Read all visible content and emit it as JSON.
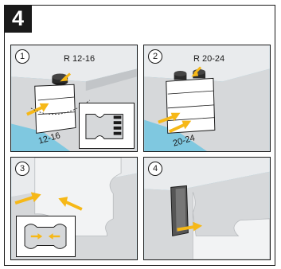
{
  "step": {
    "number": "4"
  },
  "panels": [
    {
      "index": "1",
      "radius_label": "R 12-16",
      "dimension": "12-16"
    },
    {
      "index": "2",
      "radius_label": "R 20-24",
      "dimension": "20-24"
    },
    {
      "index": "3"
    },
    {
      "index": "4"
    }
  ],
  "colors": {
    "wall_blue": "#7fc8e0",
    "panel_gray": "#d6d8da",
    "arrow_yellow": "#f6b817",
    "dark": "#1a1a1a"
  }
}
